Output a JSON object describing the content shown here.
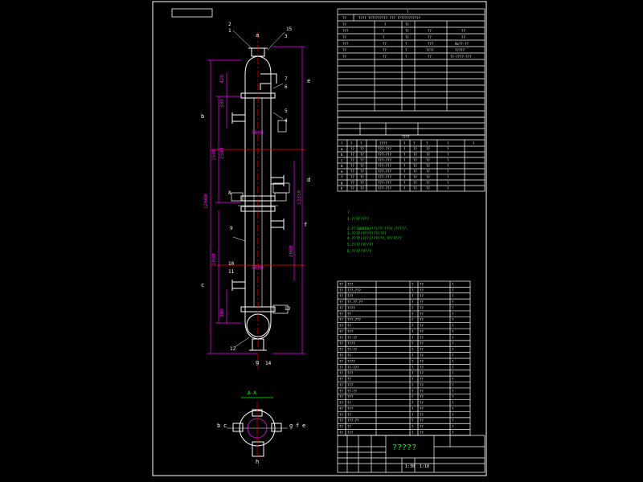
{
  "title_block": {
    "drawing_title": "?????",
    "small_cells": [
      "1:30",
      "1:10"
    ]
  },
  "spec_table": {
    "header": "?",
    "rows": [
      [
        "??",
        "???? ?????????? ??? ????????????"
      ],
      [
        "??",
        "?",
        "??",
        ""
      ],
      [
        "???",
        "?",
        "??",
        "??",
        "??"
      ],
      [
        "??",
        "?",
        "??",
        "??",
        "??"
      ],
      [
        "???",
        "??",
        "?",
        "???",
        "Ax??-??"
      ],
      [
        "??",
        "??",
        "?",
        "????",
        "?????"
      ],
      [
        "??",
        "??",
        "?",
        "??",
        "??-????-???"
      ]
    ]
  },
  "nozzle_table": {
    "title": "????",
    "columns": [
      "?",
      "?",
      "?",
      "????",
      "?",
      "?",
      "?",
      "?",
      "?"
    ],
    "rows": [
      [
        "a",
        "??",
        "??",
        "???-???",
        "?",
        "??",
        "??",
        "?"
      ],
      [
        "b",
        "??",
        "??",
        "???-???",
        "?",
        "??",
        "??",
        "?"
      ],
      [
        "c",
        "??",
        "??",
        "???-???",
        "?",
        "??",
        "??",
        "?"
      ],
      [
        "d",
        "??",
        "??",
        "???-???",
        "?",
        "??",
        "??",
        "?"
      ],
      [
        "e",
        "??",
        "??",
        "???-???",
        "?",
        "??",
        "??",
        "?"
      ],
      [
        "f",
        "??",
        "??",
        "???-???",
        "?",
        "??",
        "??",
        "?"
      ],
      [
        "g",
        "??",
        "??",
        "???-???",
        "?",
        "??",
        "??",
        "?"
      ],
      [
        "h",
        "??",
        "??",
        "???-???",
        "?",
        "??",
        "??",
        "?"
      ]
    ]
  },
  "notes": {
    "heading": "?",
    "lines": [
      "1.????????",
      "2.??(GB150)??(??-???),?????.",
      "3.????????????????",
      "4.????(???)??????,???????",
      "5.??????????",
      "6.?????????"
    ]
  },
  "tower": {
    "nozzle_letters": [
      "a",
      "b",
      "c",
      "d",
      "e",
      "f",
      "g",
      "h"
    ],
    "part_labels": [
      "1",
      "2",
      "3",
      "4",
      "5",
      "6",
      "7",
      "8",
      "9",
      "10",
      "11",
      "12",
      "13",
      "14",
      "15"
    ],
    "dimensions": [
      "420",
      "300",
      "1500",
      "2500",
      "12660",
      "1000",
      "300",
      "13350",
      "2000"
    ],
    "diameter_labels": [
      "?600",
      "?600"
    ],
    "section_label": "A-A"
  },
  "bom": {
    "rows": [
      [
        "??",
        "???",
        "?",
        "??",
        "?"
      ],
      [
        "??",
        "???-???",
        "?",
        "??",
        "?"
      ],
      [
        "??",
        "???",
        "?",
        "??",
        "?"
      ],
      [
        "??",
        "??-??-??",
        "?",
        "??",
        "?"
      ],
      [
        "??",
        "????",
        "?",
        "??",
        "?"
      ],
      [
        "??",
        "??",
        "?",
        "??",
        "?"
      ],
      [
        "??",
        "???-???",
        "?",
        "??",
        "?"
      ],
      [
        "??",
        "??",
        "?",
        "??",
        "?"
      ],
      [
        "??",
        "???",
        "?",
        "??",
        "?"
      ],
      [
        "??",
        "??-??",
        "?",
        "??",
        "?"
      ],
      [
        "??",
        "????",
        "?",
        "??",
        "?"
      ],
      [
        "??",
        "??-??",
        "?",
        "??",
        "?"
      ],
      [
        "??",
        "??",
        "?",
        "??",
        "?"
      ],
      [
        "??",
        "????",
        "?",
        "??",
        "?"
      ],
      [
        "??",
        "??-???",
        "?",
        "??",
        "?"
      ],
      [
        "??",
        "???",
        "?",
        "??",
        "?"
      ],
      [
        "??",
        "??",
        "?",
        "??",
        "?"
      ],
      [
        "??",
        "???",
        "?",
        "??",
        "?"
      ],
      [
        "??",
        "??-??",
        "?",
        "??",
        "?"
      ],
      [
        "??",
        "???",
        "?",
        "??",
        "?"
      ],
      [
        "??",
        "??",
        "?",
        "??",
        "?"
      ],
      [
        "??",
        "???",
        "?",
        "??",
        "?"
      ],
      [
        "??",
        "??",
        "?",
        "??",
        "?"
      ],
      [
        "??",
        "???-??",
        "?",
        "??",
        "?"
      ],
      [
        "??",
        "??",
        "?",
        "??",
        "?"
      ],
      [
        "??",
        "???",
        "?",
        "??",
        "?"
      ]
    ]
  },
  "colors": {
    "background": "#000000",
    "lines": "#ffffff",
    "dimension": "#ff00ff",
    "centerline": "#ff0000",
    "notes": "#00ff00",
    "leader": "#00ffff"
  }
}
